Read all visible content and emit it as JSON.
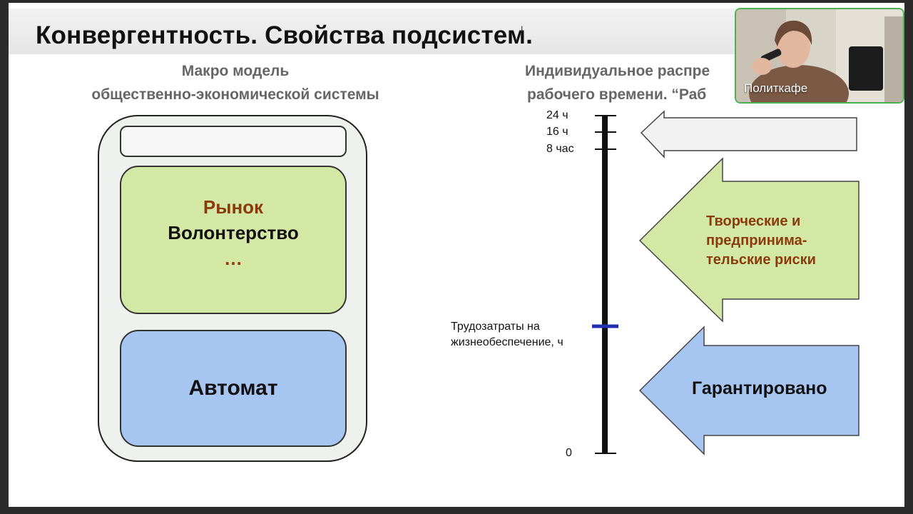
{
  "slide": {
    "title": "Конвергентность. Свойства подсистем.",
    "left": {
      "subtitle_line1": "Макро модель",
      "subtitle_line2": "общественно-экономической системы",
      "green_box": {
        "line1": "Рынок",
        "line2": "Волонтерство",
        "line3": "…"
      },
      "blue_box": "Автомат"
    },
    "right": {
      "subtitle_line1": "Индивидуальное распре",
      "subtitle_line2": "рабочего времени. “Раб",
      "ticks": {
        "t24": "24 ч",
        "t16": "16 ч",
        "t8": "8 час",
        "t0": "0"
      },
      "labor_note_line1": "Трудозатраты на",
      "labor_note_line2": "жизнеобеспечение, ч",
      "arrows": {
        "creative_line1": "Творческие и",
        "creative_line2": "предпринима-",
        "creative_line3": "тельские риски",
        "guaranteed": "Гарантировано"
      }
    }
  },
  "webcam": {
    "label": "Политкафе"
  },
  "colors": {
    "green": "#d4e8a5",
    "blue": "#a7c5f1",
    "brown_text": "#8b3a0e",
    "marker_blue": "#1f2fb0",
    "webcam_border": "#4caf50"
  }
}
